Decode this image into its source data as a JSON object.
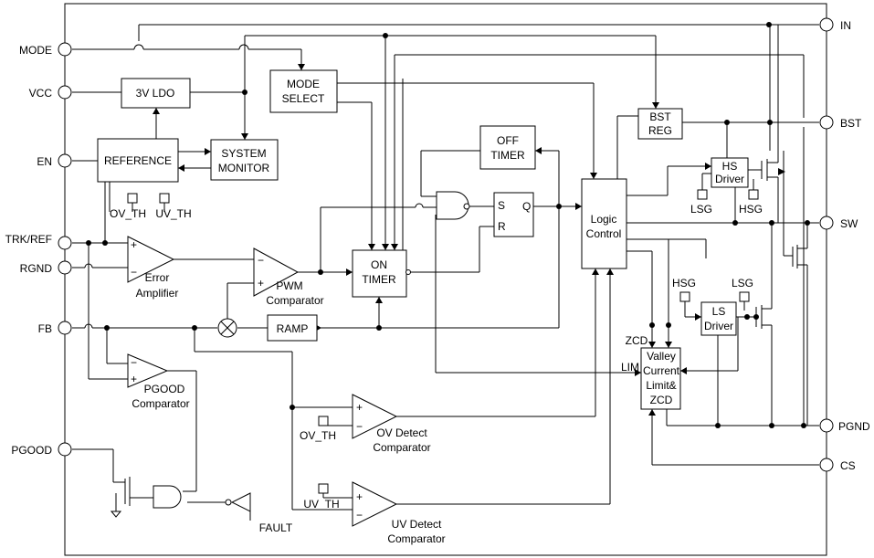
{
  "pins": {
    "left": {
      "mode": "MODE",
      "vcc": "VCC",
      "en": "EN",
      "trk_ref": "TRK/REF",
      "rgnd": "RGND",
      "fb": "FB",
      "pgood": "PGOOD"
    },
    "right": {
      "in": "IN",
      "bst": "BST",
      "sw": "SW",
      "pgnd": "PGND",
      "cs": "CS"
    }
  },
  "blocks": {
    "ldo": "3V LDO",
    "mode_select": [
      "MODE",
      "SELECT"
    ],
    "reference": "REFERENCE",
    "system_monitor": [
      "SYSTEM",
      "MONITOR"
    ],
    "off_timer": [
      "OFF",
      "TIMER"
    ],
    "on_timer": [
      "ON",
      "TIMER"
    ],
    "logic_control": [
      "Logic",
      "Control"
    ],
    "bst_reg": [
      "BST",
      "REG"
    ],
    "hs_driver": [
      "HS",
      "Driver"
    ],
    "ls_driver": [
      "LS",
      "Driver"
    ],
    "valley": [
      "Valley",
      "Current",
      "Limit&",
      "ZCD"
    ],
    "ramp": "RAMP"
  },
  "comparators": {
    "error_amp": [
      "Error",
      "Amplifier"
    ],
    "pwm": [
      "PWM",
      "Comparator"
    ],
    "pgood": [
      "PGOOD",
      "Comparator"
    ],
    "ov": [
      "OV Detect",
      "Comparator"
    ],
    "uv": [
      "UV Detect",
      "Comparator"
    ]
  },
  "labels": {
    "ov_th_ref": "OV_TH",
    "uv_th_ref": "UV_TH",
    "ov_th_cmp": "OV_TH",
    "uv_th_cmp": "UV_TH",
    "lsg_hs": "LSG",
    "hsg_hs": "HSG",
    "hsg_ls": "HSG",
    "lsg_ls": "LSG",
    "zcd": "ZCD",
    "lim": "LIM",
    "fault": "FAULT",
    "latch_s": "S",
    "latch_r": "R",
    "latch_q": "Q",
    "plus": "+",
    "minus": "−"
  }
}
